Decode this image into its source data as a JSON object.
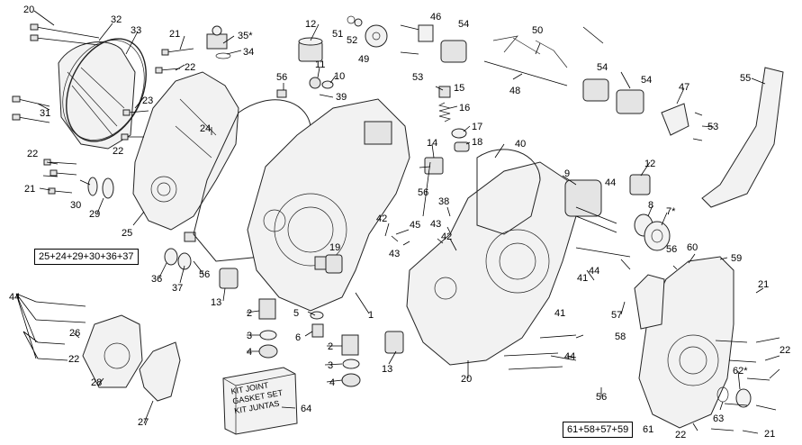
{
  "labels": {
    "l1": "1",
    "l2a": "2",
    "l2b": "2",
    "l3a": "3",
    "l3b": "3",
    "l4a": "4",
    "l4b": "4",
    "l5": "5",
    "l6": "6",
    "l7": "7*",
    "l8": "8",
    "l9": "9",
    "l10": "10",
    "l11": "11",
    "l12a": "12",
    "l12b": "12",
    "l13a": "13",
    "l13b": "13",
    "l14": "14",
    "l15": "15",
    "l16": "16",
    "l17": "17",
    "l18": "18",
    "l19": "19",
    "l20a": "20",
    "l20b": "20",
    "l21a": "21",
    "l21b": "21",
    "l21c": "21",
    "l21d": "21",
    "l22a": "22",
    "l22b": "22",
    "l22c": "22",
    "l22d": "22",
    "l22e": "22",
    "l22f": "22",
    "l23": "23",
    "l24": "24",
    "l25": "25",
    "l26": "26",
    "l27": "27",
    "l28": "28",
    "l29": "29",
    "l30": "30",
    "l31": "31",
    "l32": "32",
    "l33": "33",
    "l34": "34",
    "l35": "35*",
    "l36": "36",
    "l37": "37",
    "l38": "38",
    "l39": "39",
    "l40": "40",
    "l41a": "41",
    "l41b": "41",
    "l42a": "42",
    "l42b": "42",
    "l43a": "43",
    "l43b": "43",
    "l44a": "44",
    "l44b": "44",
    "l44c": "44",
    "l44d": "44",
    "l45": "45",
    "l46": "46",
    "l47": "47",
    "l48": "48",
    "l49": "49",
    "l50": "50",
    "l51": "51",
    "l52": "52",
    "l53a": "53",
    "l53b": "53",
    "l54a": "54",
    "l54b": "54",
    "l54c": "54",
    "l55": "55",
    "l56a": "56",
    "l56b": "56",
    "l56c": "56",
    "l56d": "56",
    "l56e": "56",
    "l57": "57",
    "l58": "58",
    "l59": "59",
    "l60": "60",
    "l61": "61",
    "l62": "62*",
    "l63": "63",
    "l64": "64"
  },
  "kits": {
    "left_kit": "25+24+29+30+36+37",
    "right_kit": "61+58+57+59"
  },
  "gasket_box": {
    "line1": "KIT JOINT",
    "line2": "GASKET SET",
    "line3": "KIT JUNTAS"
  }
}
